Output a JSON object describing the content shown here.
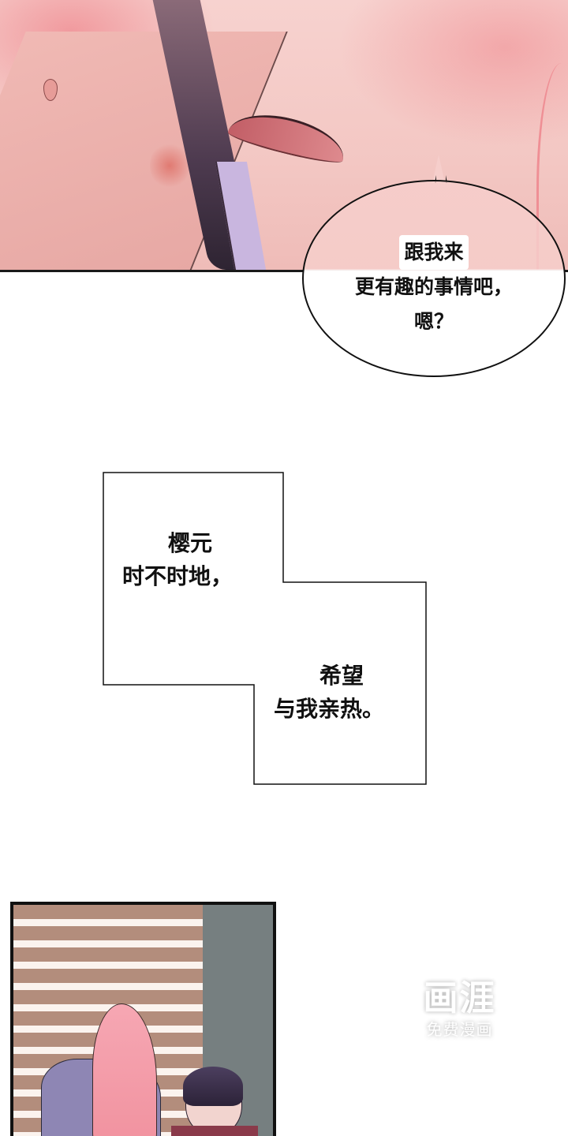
{
  "panels": [
    {
      "id": "panel-1",
      "description": "close-up blushing face with pink tones",
      "speech_bubble": {
        "lines": [
          "跟我来",
          "更有趣的事情吧，",
          "嗯？"
        ]
      }
    },
    {
      "id": "narration",
      "box_a": {
        "lines": [
          "樱元",
          "时不时地，"
        ]
      },
      "box_b": {
        "lines": [
          "希望",
          "与我亲热。"
        ]
      }
    },
    {
      "id": "panel-2",
      "description": "office scene with window blinds, pink-haired person and dark-haired person"
    }
  ],
  "watermark": {
    "logo": "画涯",
    "subtitle": "免费漫画"
  },
  "colors": {
    "panel_pink": "#f3c7c3",
    "blush_red": "#ec6e78",
    "blinds_brown": "#b38d7c",
    "wall_gray": "#767f80",
    "border": "#111111"
  }
}
